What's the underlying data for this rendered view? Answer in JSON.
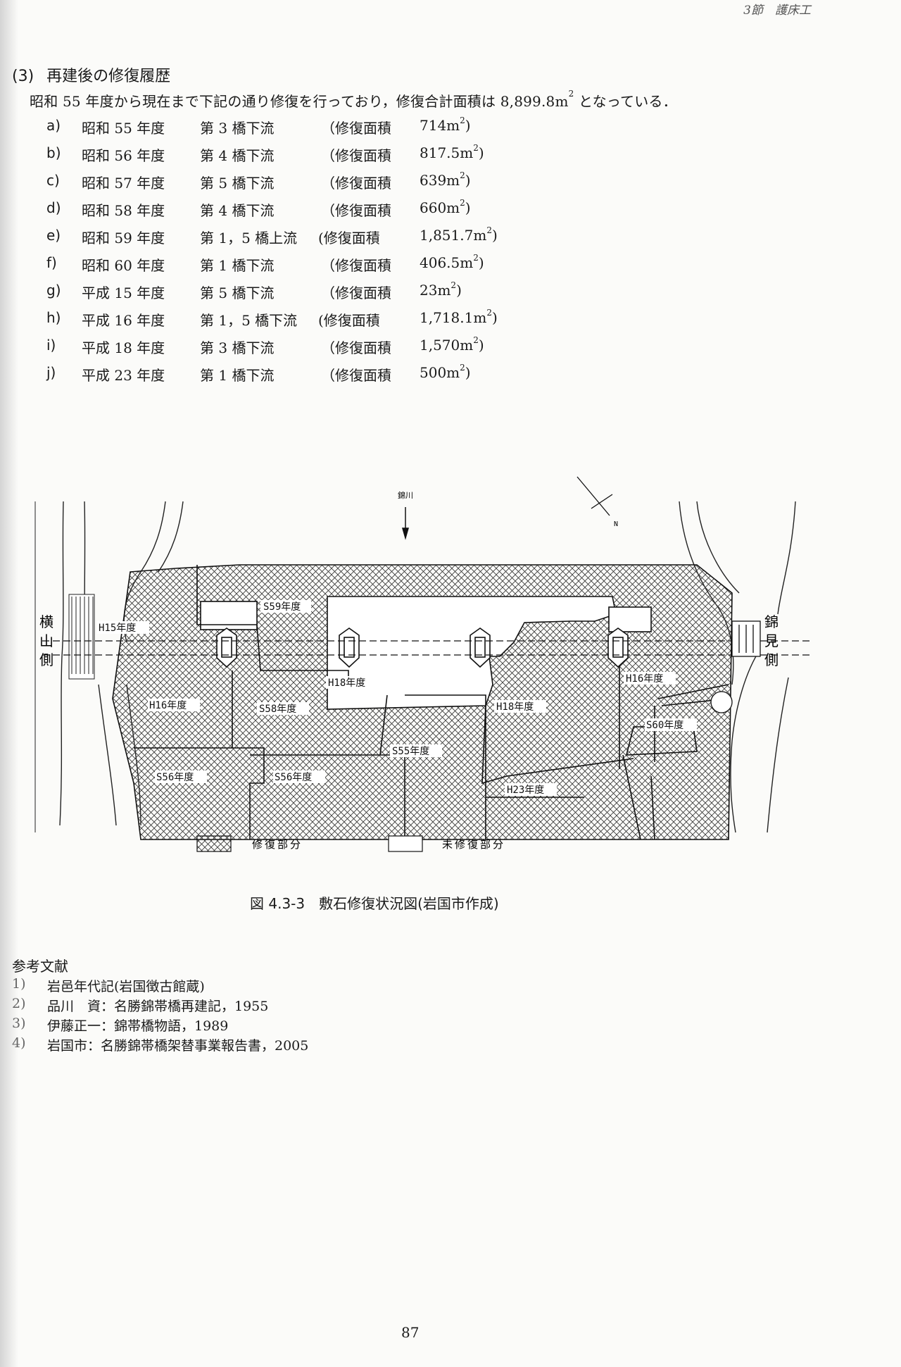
{
  "header": {
    "text": "3節　護床工"
  },
  "section": {
    "number": "(3)",
    "title": "再建後の修復履歴",
    "intro": [
      "昭和 55 年度から現在まで下記の通り修復を行っており，修復合計面積は 8,899.8m",
      "2",
      " となっている．"
    ]
  },
  "items": [
    {
      "letter": "a)",
      "year": "昭和 55 年度",
      "bridge": "第 3 橋下流",
      "area_label": "（修復面積",
      "value": "714m",
      "sup": "2",
      "close": ")"
    },
    {
      "letter": "b)",
      "year": "昭和 56 年度",
      "bridge": "第 4 橋下流",
      "area_label": "（修復面積",
      "value": "817.5m",
      "sup": "2",
      "close": ")"
    },
    {
      "letter": "c)",
      "year": "昭和 57 年度",
      "bridge": "第 5 橋下流",
      "area_label": "（修復面積",
      "value": "639m",
      "sup": "2",
      "close": ")"
    },
    {
      "letter": "d)",
      "year": "昭和 58 年度",
      "bridge": "第 4 橋下流",
      "area_label": "（修復面積",
      "value": "660m",
      "sup": "2",
      "close": ")"
    },
    {
      "letter": "e)",
      "year": "昭和 59 年度",
      "bridge": "第 1，5 橋上流",
      "area_label": "(修復面積",
      "value": "1,851.7m",
      "sup": "2",
      "close": ")"
    },
    {
      "letter": "f)",
      "year": "昭和 60 年度",
      "bridge": "第 1 橋下流",
      "area_label": "（修復面積",
      "value": "406.5m",
      "sup": "2",
      "close": ")"
    },
    {
      "letter": "g)",
      "year": "平成 15 年度",
      "bridge": "第 5 橋下流",
      "area_label": "（修復面積",
      "value": "23m",
      "sup": "2",
      "close": ")"
    },
    {
      "letter": "h)",
      "year": "平成 16 年度",
      "bridge": "第 1，5 橋下流",
      "area_label": "(修復面積",
      "value": "1,718.1m",
      "sup": "2",
      "close": ")"
    },
    {
      "letter": "i)",
      "year": "平成 18 年度",
      "bridge": "第 3 橋下流",
      "area_label": "（修復面積",
      "value": "1,570m",
      "sup": "2",
      "close": ")"
    },
    {
      "letter": "j)",
      "year": "平成 23 年度",
      "bridge": "第 1 橋下流",
      "area_label": "（修復面積",
      "value": "500m",
      "sup": "2",
      "close": ")"
    }
  ],
  "figure": {
    "river_label": "錦川",
    "north_label": "N",
    "left_side": [
      "横",
      "山",
      "側"
    ],
    "right_side": [
      "錦",
      "見",
      "側"
    ],
    "zones": {
      "h15": "H15年度",
      "s59": "S59年度",
      "h18a": "H18年度",
      "h16l": "H16年度",
      "s58": "S58年度",
      "h18b": "H18年度",
      "h16r": "H16年度",
      "s60": "S60年度",
      "s55": "S55年度",
      "s56a": "S56年度",
      "s56b": "S56年度",
      "h23": "H23年度"
    },
    "legend": {
      "repaired": "修復部分",
      "unrepaired": "未修復部分"
    }
  },
  "caption": {
    "number": "図 4.3-3",
    "text": "敷石修復状況図(岩国市作成)"
  },
  "references": {
    "title": "参考文献",
    "items": [
      {
        "n": "1)",
        "text": "岩邑年代記(岩国徴古館蔵)"
      },
      {
        "n": "2)",
        "text": "品川　資：名勝錦帯橋再建記，1955"
      },
      {
        "n": "3)",
        "text": "伊藤正一：錦帯橋物語，1989"
      },
      {
        "n": "4)",
        "text": "岩国市：名勝錦帯橋架替事業報告書，2005"
      }
    ]
  },
  "page_number": "87"
}
